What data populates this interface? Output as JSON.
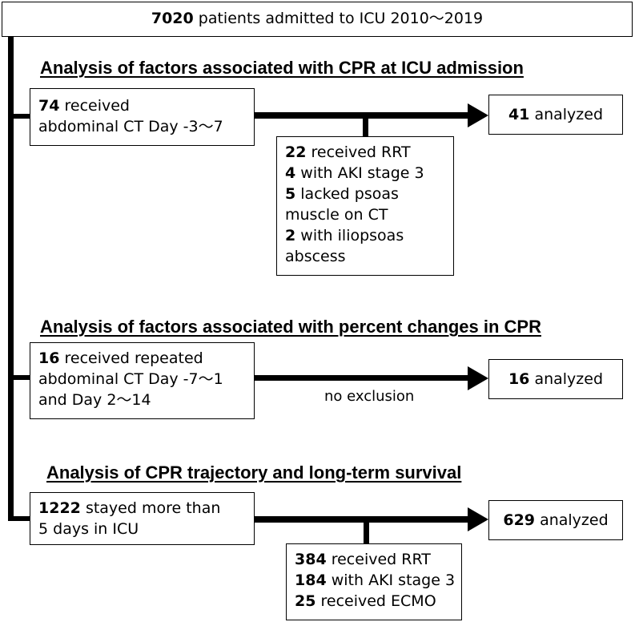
{
  "top": {
    "count": "7020",
    "text": "patients admitted to ICU 2010～2019"
  },
  "sections": [
    {
      "heading": "Analysis of factors associated with CPR at ICU admission",
      "source": {
        "count": "74",
        "line1": "received",
        "line2": "abdominal CT Day -3～7"
      },
      "result": {
        "count": "41",
        "text": "analyzed"
      },
      "exclusions": [
        {
          "count": "22",
          "text": "received RRT"
        },
        {
          "count": "4",
          "text": "with AKI stage 3"
        },
        {
          "count": "5",
          "text": "lacked psoas",
          "cont": "muscle on CT"
        },
        {
          "count": "2",
          "text": "with iliopsoas",
          "cont": "abscess"
        }
      ]
    },
    {
      "heading": "Analysis of factors associated with percent changes in CPR",
      "source": {
        "count": "16",
        "line1": "received repeated",
        "line2": "abdominal CT Day -7～1",
        "line3": "and Day 2～14"
      },
      "result": {
        "count": "16",
        "text": "analyzed"
      },
      "note": "no exclusion"
    },
    {
      "heading": "Analysis of CPR trajectory and long-term survival",
      "source": {
        "count": "1222",
        "line1": "stayed more than",
        "line2": "5 days in ICU"
      },
      "result": {
        "count": "629",
        "text": "analyzed"
      },
      "exclusions": [
        {
          "count": "384",
          "text": "received RRT"
        },
        {
          "count": "184",
          "text": "with AKI stage 3"
        },
        {
          "count": "25",
          "text": "received ECMO"
        }
      ]
    }
  ]
}
